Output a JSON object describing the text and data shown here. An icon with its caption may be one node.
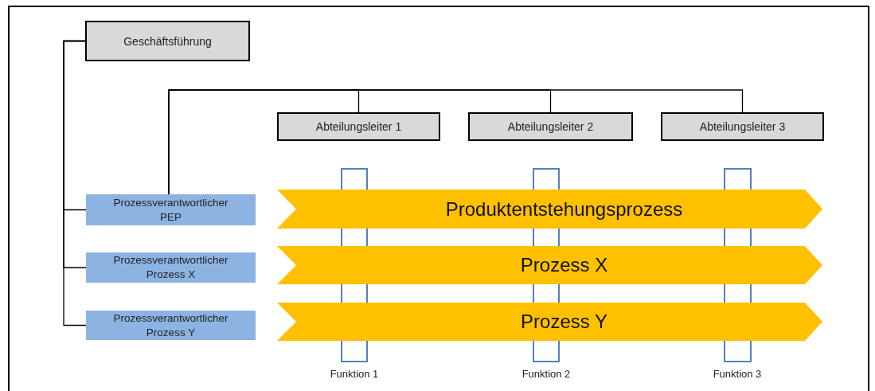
{
  "diagram": {
    "nodes": [
      {
        "text": [
          "Geschäftsführung"
        ]
      },
      {
        "text": [
          "Abteilungsleiter 1"
        ]
      },
      {
        "text": [
          "Abteilungsleiter 2"
        ]
      },
      {
        "text": [
          "Abteilungsleiter 3"
        ]
      },
      {
        "text": [
          "Prozessverantwortlicher PEP"
        ]
      },
      {
        "text": [
          "Prozessverantwortlicher Prozess X"
        ]
      },
      {
        "text": [
          "Prozessverantwortlicher Prozess Y"
        ]
      },
      {
        "text": [
          "Produktentstehungsprozess"
        ]
      },
      {
        "text": [
          "Prozess X"
        ]
      },
      {
        "text": [
          "Prozess Y"
        ]
      },
      {
        "text": [
          "Funktion 1"
        ]
      },
      {
        "text": [
          "Funktion 2"
        ]
      },
      {
        "text": [
          "Funktion 3"
        ]
      },
      {
        "text": [],
        "shape": "box"
      },
      {
        "text": [],
        "shape": "box"
      },
      {
        "text": [],
        "shape": "box"
      }
    ],
    "edges": [
      {
        "from": 0,
        "to": 4,
        "arrow": "none"
      },
      {
        "from": 0,
        "to": 5,
        "arrow": "none"
      },
      {
        "from": 0,
        "to": 6,
        "arrow": "none"
      },
      {
        "from": 4,
        "to": 1,
        "arrow": "none"
      },
      {
        "from": 4,
        "to": 2,
        "arrow": "none"
      },
      {
        "from": 4,
        "to": 3,
        "arrow": "none"
      }
    ]
  }
}
